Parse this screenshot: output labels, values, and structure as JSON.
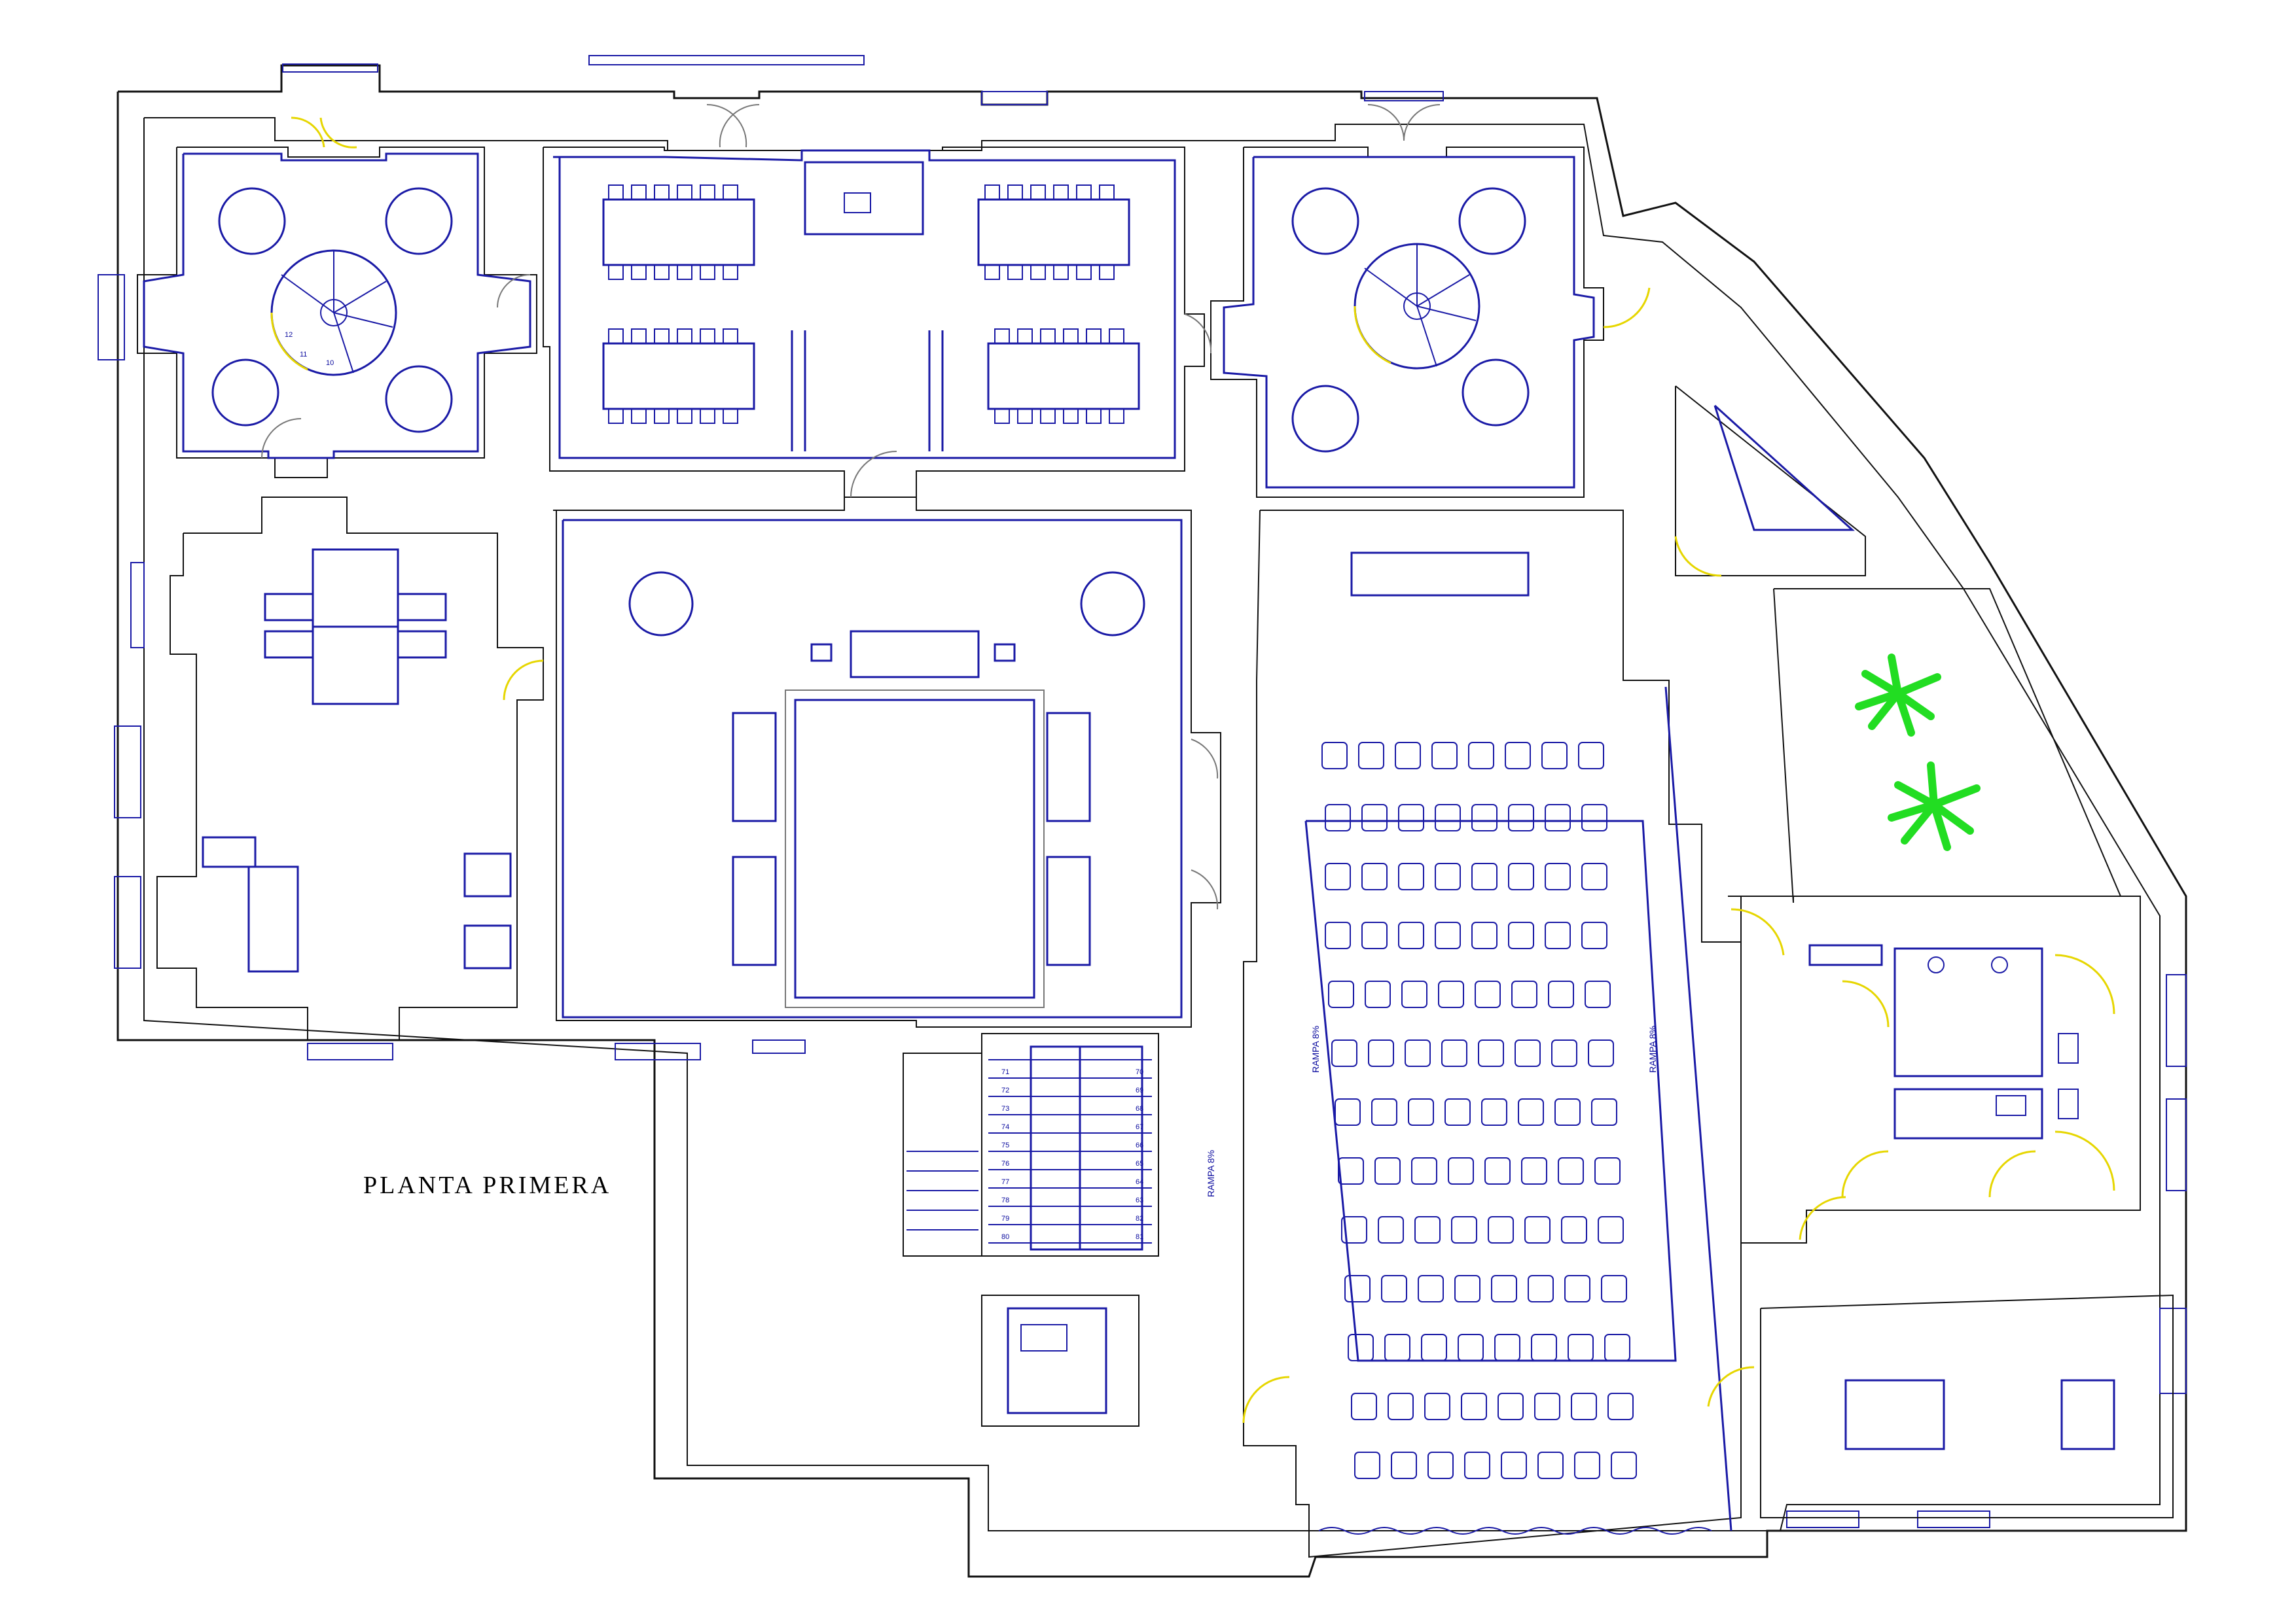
{
  "title": "PLANTA PRIMERA",
  "ramp_labels": [
    "RAMPA 8%",
    "RAMPA 8%",
    "RAMPA 8%"
  ],
  "stair_left_numbers": [
    "71",
    "72",
    "73",
    "74",
    "75",
    "76",
    "77",
    "78",
    "79",
    "80"
  ],
  "stair_right_numbers": [
    "70",
    "69",
    "68",
    "67",
    "66",
    "65",
    "64",
    "63",
    "82",
    "81"
  ],
  "spiral_numbers": [
    "12",
    "11",
    "10"
  ],
  "colors": {
    "walls": "#111111",
    "furniture": "#1a1aa6",
    "doors": "#e6d600",
    "plants": "#22dd22"
  },
  "icons": [
    "palm-plant-icon",
    "palm-plant-icon",
    "spiral-stair-icon",
    "spiral-stair-icon"
  ]
}
